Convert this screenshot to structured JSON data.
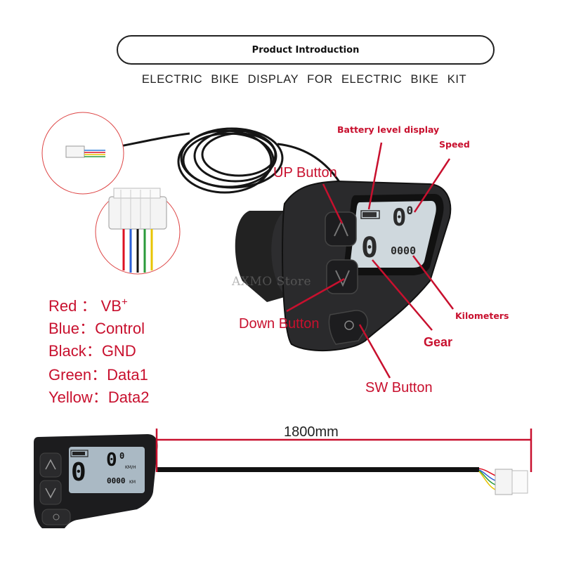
{
  "header": {
    "pill_title": "Product Introduction",
    "subtitle": "ELECTRIC BIKE DISPLAY FOR ELECTRIC BIKE KIT"
  },
  "callouts": {
    "battery": "Battery level display",
    "speed": "Speed",
    "up": "UP Button",
    "kilometers": "Kilometers",
    "down": "Down Button",
    "gear": "Gear",
    "sw": "SW Button"
  },
  "wires": [
    {
      "color_name": "Red",
      "sep": "：",
      "signal": "VB",
      "sup": "+"
    },
    {
      "color_name": "Blue",
      "sep": "：",
      "signal": "Control",
      "sup": ""
    },
    {
      "color_name": "Black",
      "sep": "：",
      "signal": "GND",
      "sup": ""
    },
    {
      "color_name": "Green",
      "sep": "：",
      "signal": "Data1",
      "sup": ""
    },
    {
      "color_name": "Yellow",
      "sep": "：",
      "signal": "Data2",
      "sup": ""
    }
  ],
  "cable_length": "1800mm",
  "watermark": "AXMO Store",
  "lcd": {
    "speed_digit": "0",
    "speed_decimal": "0",
    "gear_digit": "0",
    "odometer": "0000",
    "unit": "KM/H",
    "odo_unit": "KM"
  },
  "colors": {
    "accent_red": "#c8102e",
    "lcd_bg": "#cfd8dd",
    "housing": "#2a2a2c"
  }
}
